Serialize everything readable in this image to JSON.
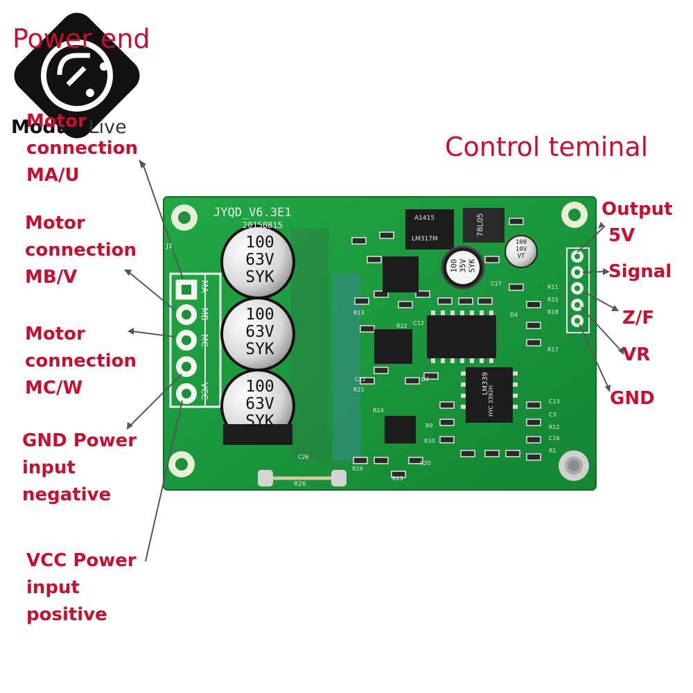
{
  "header": {
    "power_end": "Power end",
    "control_terminal": "Control teminal"
  },
  "logo": {
    "brand_bold": "Module",
    "brand_light": "Live"
  },
  "board": {
    "model": "JYQD_V6.3E1",
    "date": "20150815",
    "ref": "J1",
    "power_pin_labels": [
      "MA",
      "MB",
      "MC",
      "",
      "VCC"
    ],
    "capacitors": [
      {
        "line1": "100",
        "line2": "63V",
        "line3": "SYK"
      },
      {
        "line1": "100",
        "line2": "63V",
        "line3": "SYK"
      },
      {
        "line1": "100",
        "line2": "63V",
        "line3": "SYK"
      }
    ],
    "small_cap": {
      "line1": "100",
      "line2": "10V",
      "line3": "VT"
    },
    "tant_cap": {
      "line1": "100",
      "line2": "35V",
      "line3": "SYK"
    },
    "chips": {
      "lm339": "LM339",
      "hyc": "HYC 3392H",
      "lm317": "LM317M",
      "a1415": "A1415",
      "reg7805": "78L05"
    },
    "resistor": "R26",
    "component_refs": [
      "R13",
      "R22",
      "C12",
      "R21",
      "R24",
      "C22",
      "D2",
      "R9",
      "R10",
      "R19",
      "R23",
      "C26",
      "R20",
      "C17",
      "R11",
      "R15",
      "R18",
      "R17",
      "C13",
      "R12",
      "C16",
      "R1",
      "C3",
      "D4"
    ]
  },
  "left_labels": [
    {
      "lines": [
        "Motor",
        "connection",
        "MA/U"
      ]
    },
    {
      "lines": [
        "Motor",
        "connection",
        "MB/V"
      ]
    },
    {
      "lines": [
        "Motor",
        "connection",
        "MC/W"
      ]
    },
    {
      "lines": [
        "GND Power",
        "input",
        "negative"
      ]
    },
    {
      "lines": [
        "VCC Power",
        "input",
        "positive"
      ]
    }
  ],
  "right_labels": {
    "output": [
      "Output",
      "5V"
    ],
    "signal": "Signal",
    "zf": "Z/F",
    "vr": "VR",
    "gnd": "GND"
  },
  "colors": {
    "label_red": "#c8102e",
    "pcb_green": "#1a9a3c",
    "pcb_dark": "#0e7a2c"
  }
}
